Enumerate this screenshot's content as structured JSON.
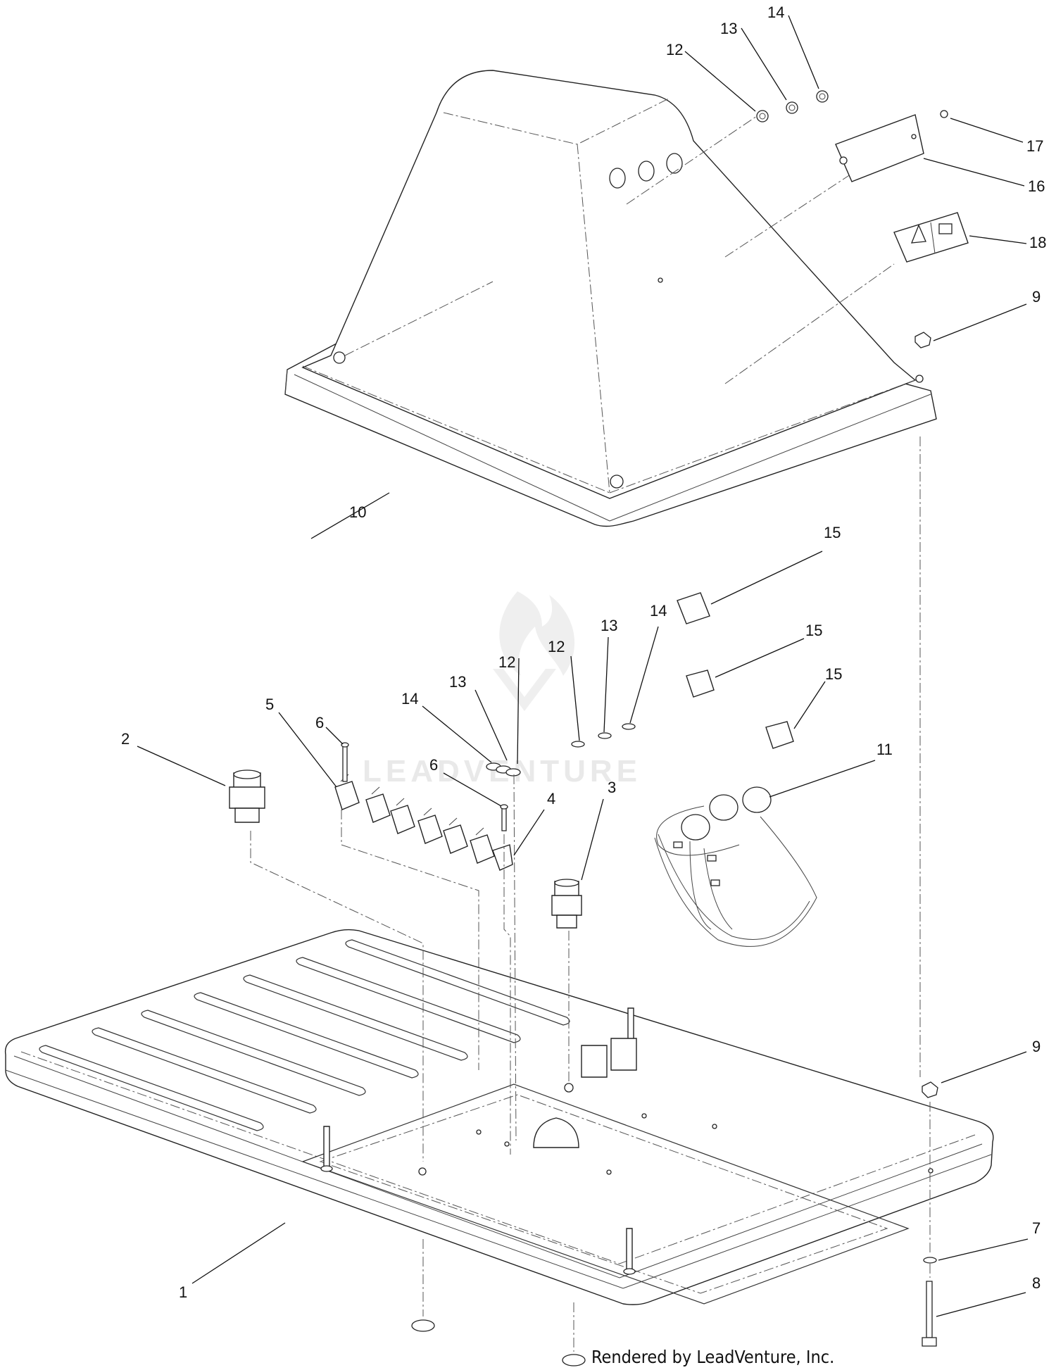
{
  "diagram": {
    "callouts": [
      {
        "id": "c14a",
        "label": "14"
      },
      {
        "id": "c13a",
        "label": "13"
      },
      {
        "id": "c12a",
        "label": "12"
      },
      {
        "id": "c17",
        "label": "17"
      },
      {
        "id": "c16",
        "label": "16"
      },
      {
        "id": "c18",
        "label": "18"
      },
      {
        "id": "c9a",
        "label": "9"
      },
      {
        "id": "c10",
        "label": "10"
      },
      {
        "id": "c15a",
        "label": "15"
      },
      {
        "id": "c15b",
        "label": "15"
      },
      {
        "id": "c15c",
        "label": "15"
      },
      {
        "id": "c14b",
        "label": "14"
      },
      {
        "id": "c13b",
        "label": "13"
      },
      {
        "id": "c12b",
        "label": "12"
      },
      {
        "id": "c12c",
        "label": "12"
      },
      {
        "id": "c13c",
        "label": "13"
      },
      {
        "id": "c14c",
        "label": "14"
      },
      {
        "id": "c5",
        "label": "5"
      },
      {
        "id": "c6a",
        "label": "6"
      },
      {
        "id": "c2",
        "label": "2"
      },
      {
        "id": "c6b",
        "label": "6"
      },
      {
        "id": "c4",
        "label": "4"
      },
      {
        "id": "c3",
        "label": "3"
      },
      {
        "id": "c11",
        "label": "11"
      },
      {
        "id": "c9b",
        "label": "9"
      },
      {
        "id": "c7",
        "label": "7"
      },
      {
        "id": "c1",
        "label": "1"
      },
      {
        "id": "c8",
        "label": "8"
      }
    ],
    "watermark": "LEADVENTURE",
    "credit": "Rendered by LeadVenture, Inc."
  }
}
